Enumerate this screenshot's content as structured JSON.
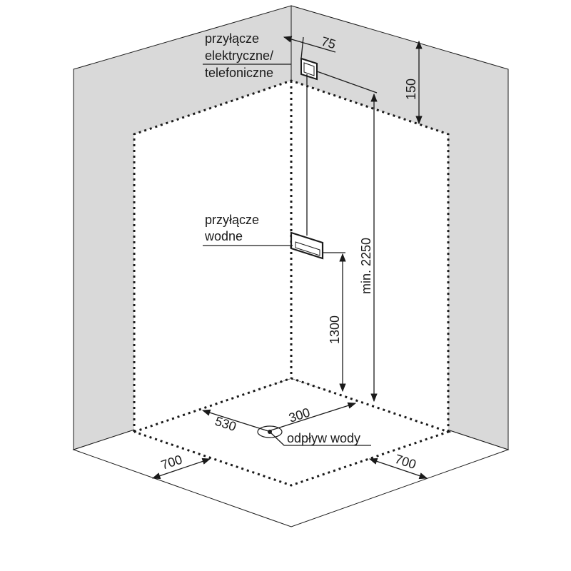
{
  "labels": {
    "electrical_line1": "przyłącze",
    "electrical_line2": "elektryczne/",
    "electrical_line3": "telefoniczne",
    "water_line1": "przyłącze",
    "water_line2": "wodne",
    "drain": "odpływ wody"
  },
  "dimensions": {
    "socket_offset": "75",
    "top_clearance": "150",
    "min_height": "min. 2250",
    "water_height": "1300",
    "drain_x": "300",
    "drain_y": "530",
    "width_left": "700",
    "width_right": "700"
  },
  "colors": {
    "wall": "#d9d9d9",
    "floor": "#ffffff",
    "line": "#1a1a1a"
  }
}
